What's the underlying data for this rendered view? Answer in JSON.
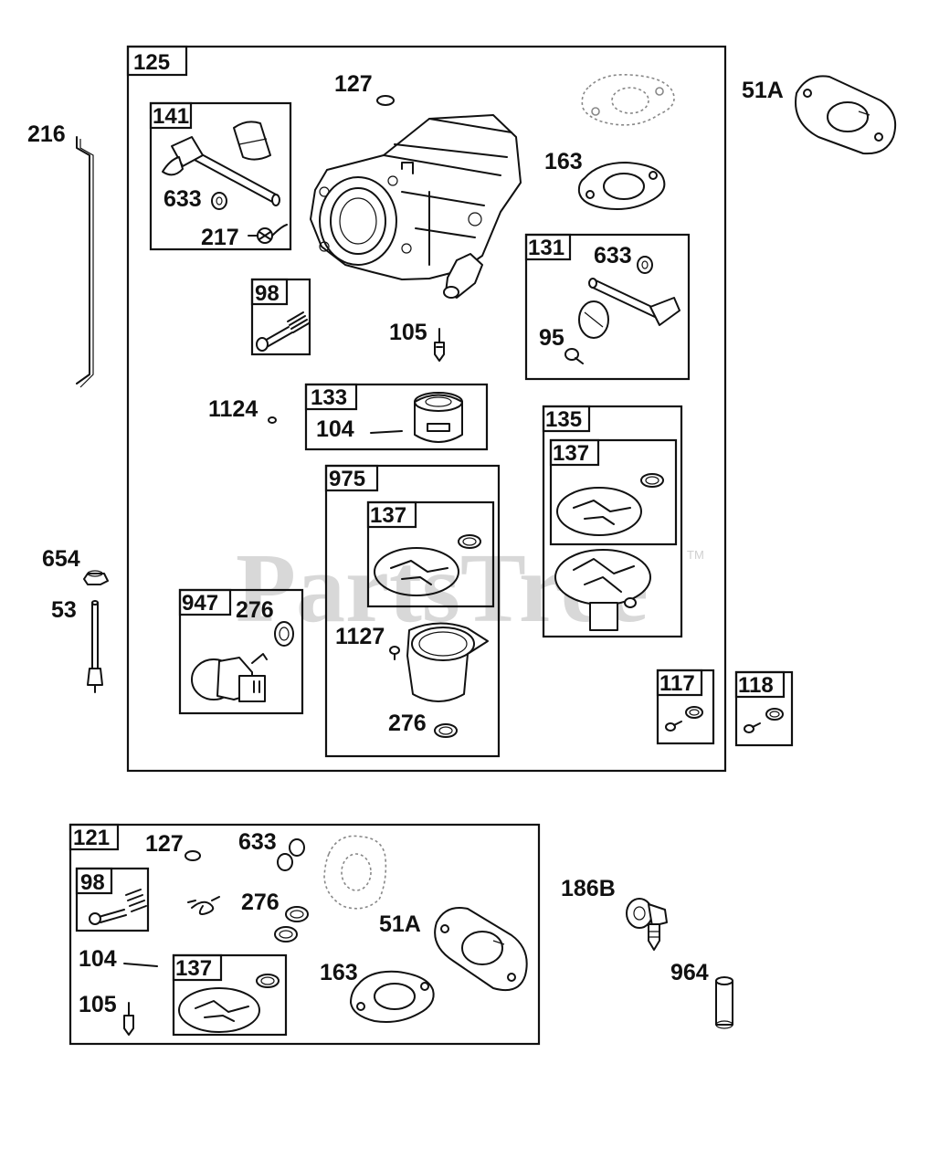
{
  "watermark": "PartsTree",
  "trademark": "TM",
  "groups": {
    "g125": "125",
    "g141": "141",
    "g98a": "98",
    "g131": "131",
    "g133": "133",
    "g135": "135",
    "g137a": "137",
    "g975": "975",
    "g137b": "137",
    "g947": "947",
    "g117": "117",
    "g118": "118",
    "g121": "121",
    "g98b": "98",
    "g137c": "137"
  },
  "labels": {
    "p216": "216",
    "p127a": "127",
    "p51Aa": "51A",
    "p633a": "633",
    "p217": "217",
    "p163a": "163",
    "p633b": "633",
    "p95": "95",
    "p105a": "105",
    "p1124": "1124",
    "p104a": "104",
    "p654": "654",
    "p53": "53",
    "p276a": "276",
    "p1127": "1127",
    "p276b": "276",
    "p127b": "127",
    "p633c": "633",
    "p276c": "276",
    "p51Ab": "51A",
    "p104b": "104",
    "p163b": "163",
    "p105b": "105",
    "p186B": "186B",
    "p964": "964"
  }
}
